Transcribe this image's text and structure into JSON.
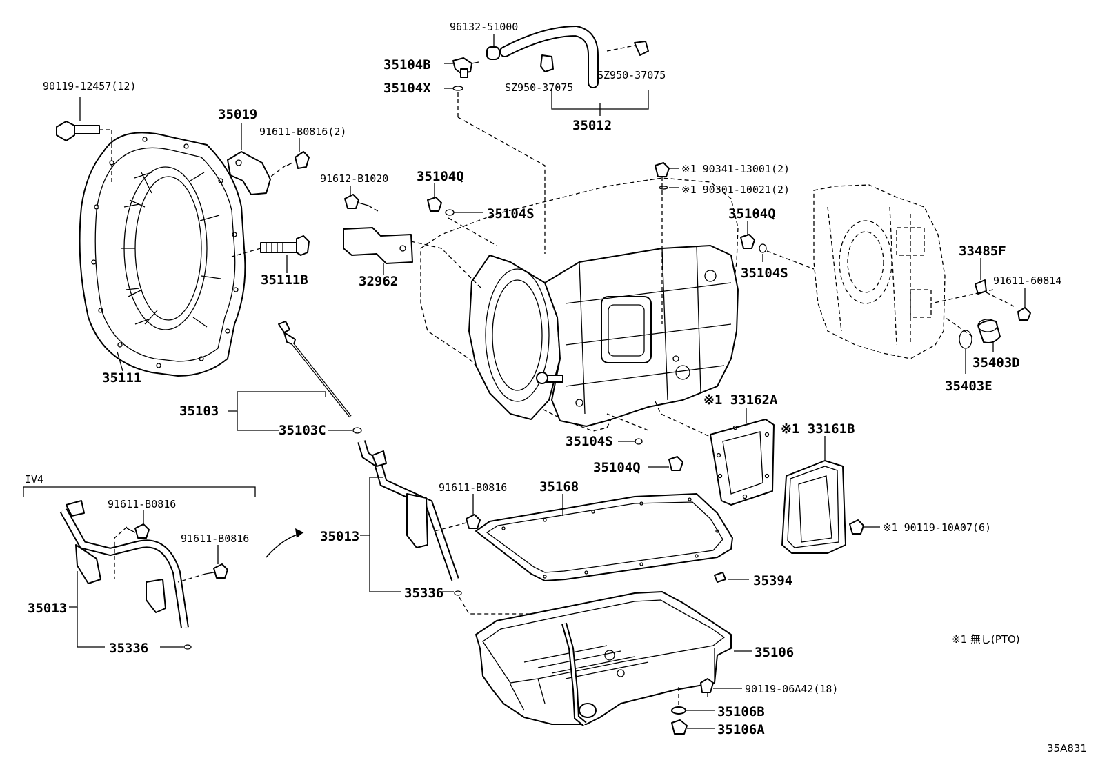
{
  "labels": {
    "p96132_51000": "96132-51000",
    "p35104B": "35104B",
    "p35104X": "35104X",
    "pSZ950_a": "SZ950-37075",
    "pSZ950_b": "SZ950-37075",
    "p35012": "35012",
    "p90119_12457": "90119-12457(12)",
    "p35019": "35019",
    "p91611_B0816_2": "91611-B0816(2)",
    "p91612_B1020": "91612-B1020",
    "p35104Q_top": "35104Q",
    "p35104S_top": "35104S",
    "p90341_13001": "※1 90341-13001(2)",
    "p90301_10021": "※1 90301-10021(2)",
    "p35104Q_right": "35104Q",
    "p35104S_right": "35104S",
    "p33485F": "33485F",
    "p91611_60814": "91611-60814",
    "p35403D": "35403D",
    "p35403E": "35403E",
    "p35111B": "35111B",
    "p32962": "32962",
    "p35111": "35111",
    "p35103": "35103",
    "p35103C": "35103C",
    "p33162A": "※1 33162A",
    "p33161B": "※1 33161B",
    "p35104S_bottom": "35104S",
    "p35104Q_bottom": "35104Q",
    "pIV4": "IV4",
    "p91611_B0816_iv_a": "91611-B0816",
    "p91611_B0816_iv_b": "91611-B0816",
    "p35013_left": "35013",
    "p35336_left": "35336",
    "p91611_B0816_mid": "91611-B0816",
    "p35168": "35168",
    "p35013_mid": "35013",
    "p35336_mid": "35336",
    "p90119_10A07": "※1  90119-10A07(6)",
    "p35394": "35394",
    "p35106": "35106",
    "p90119_06A42": "90119-06A42(18)",
    "p35106B": "35106B",
    "p35106A": "35106A",
    "footnote": "※1 無し(PTO)",
    "figure_code": "35A831"
  }
}
